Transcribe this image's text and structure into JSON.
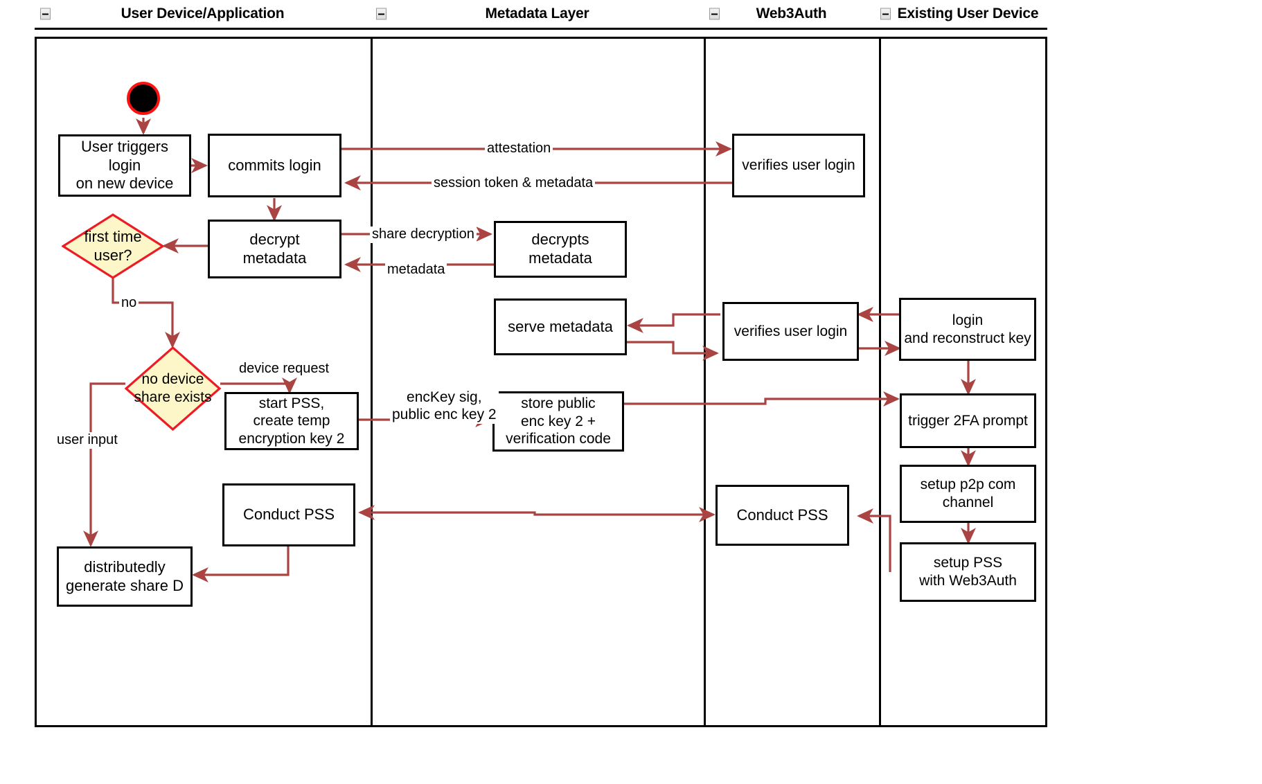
{
  "diagram": {
    "type": "swimlane-activity-flowchart",
    "accent_arrow_color": "#a94442",
    "decision_fill": "#fcf6c8",
    "decision_stroke": "#ed1c24",
    "node_stroke": "#000000",
    "background": "#ffffff"
  },
  "lanes": [
    {
      "id": "user-device",
      "title": "User Device/Application",
      "collapse_icon": "collapse-minus-icon"
    },
    {
      "id": "metadata-layer",
      "title": "Metadata Layer",
      "collapse_icon": "collapse-minus-icon"
    },
    {
      "id": "web3auth",
      "title": "Web3Auth",
      "collapse_icon": "collapse-minus-icon"
    },
    {
      "id": "existing-device",
      "title": "Existing User Device",
      "collapse_icon": "collapse-minus-icon"
    }
  ],
  "nodes": {
    "start": {
      "kind": "start",
      "label": ""
    },
    "user_triggers_login": {
      "kind": "action",
      "lane": "user-device",
      "label": "User triggers login\non new device"
    },
    "commits_login": {
      "kind": "action",
      "lane": "user-device",
      "label": "commits login"
    },
    "decrypt_metadata": {
      "kind": "action",
      "lane": "user-device",
      "label": "decrypt\nmetadata"
    },
    "first_time_user": {
      "kind": "decision",
      "lane": "user-device",
      "label": "first time\nuser?"
    },
    "no_device_share": {
      "kind": "decision",
      "lane": "user-device",
      "label": "no device\nshare exists"
    },
    "start_pss": {
      "kind": "action",
      "lane": "user-device",
      "label": "start PSS,\ncreate temp\nencryption key 2"
    },
    "conduct_pss_user": {
      "kind": "action",
      "lane": "user-device",
      "label": "Conduct PSS"
    },
    "generate_share_d": {
      "kind": "action",
      "lane": "user-device",
      "label": "distributedly\ngenerate share D"
    },
    "decrypts_metadata": {
      "kind": "action",
      "lane": "metadata-layer",
      "label": "decrypts\nmetadata"
    },
    "serve_metadata": {
      "kind": "action",
      "lane": "metadata-layer",
      "label": "serve metadata"
    },
    "store_public_enc": {
      "kind": "action",
      "lane": "metadata-layer",
      "label": "store public\nenc key 2 +\nverification code"
    },
    "verifies_user_login_1": {
      "kind": "action",
      "lane": "web3auth",
      "label": "verifies user login"
    },
    "verifies_user_login_2": {
      "kind": "action",
      "lane": "web3auth",
      "label": "verifies user login"
    },
    "conduct_pss_web3auth": {
      "kind": "action",
      "lane": "web3auth",
      "label": "Conduct PSS"
    },
    "login_reconstruct": {
      "kind": "action",
      "lane": "existing-device",
      "label": "login\nand reconstruct key"
    },
    "trigger_2fa": {
      "kind": "action",
      "lane": "existing-device",
      "label": "trigger 2FA prompt"
    },
    "setup_p2p": {
      "kind": "action",
      "lane": "existing-device",
      "label": "setup p2p com\nchannel"
    },
    "setup_pss_web3auth": {
      "kind": "action",
      "lane": "existing-device",
      "label": "setup PSS\nwith Web3Auth"
    }
  },
  "edge_labels": {
    "attestation": "attestation",
    "session_token": "session token & metadata",
    "share_decryption": "share decryption",
    "metadata": "metadata",
    "no": "no",
    "device_request": "device request",
    "enc_key_sig": "encKey sig,\npublic enc key 2",
    "user_input": "user input"
  }
}
